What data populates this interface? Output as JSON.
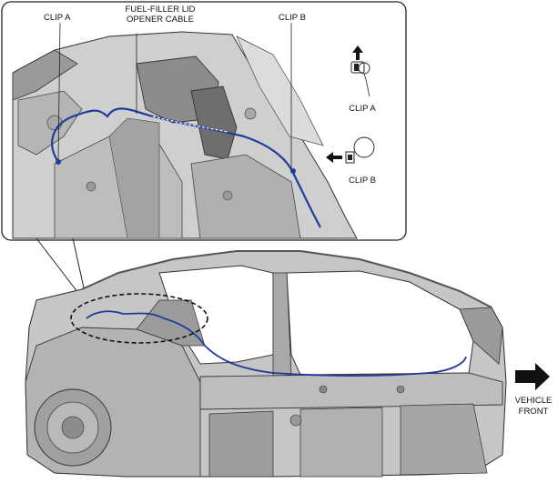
{
  "labels": {
    "clip_a": "CLIP A",
    "fuel_filler_line1": "FUEL-FILLER LID",
    "fuel_filler_line2": "OPENER CABLE",
    "clip_b": "CLIP B",
    "clip_a_detail": "CLIP A",
    "clip_b_detail": "CLIP B",
    "vehicle_line1": "VEHICLE",
    "vehicle_line2": "FRONT"
  },
  "colors": {
    "cable": "#1f3b9c",
    "body_panel": "#c9c9c9",
    "body_dark": "#8f8f8f",
    "outline": "#2a2a2a",
    "arrow": "#111111"
  },
  "icons": {
    "removal_arrow_up": "arrow-up-icon",
    "removal_arrow_left": "arrow-left-icon",
    "direction_arrow": "arrow-right-icon"
  }
}
